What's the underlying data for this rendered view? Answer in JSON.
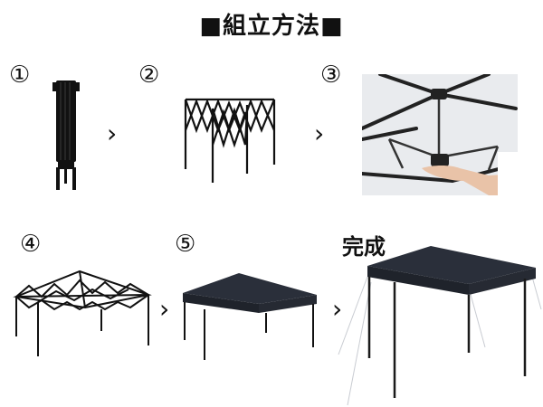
{
  "title": "■組立方法■",
  "steps": [
    {
      "number": "①"
    },
    {
      "number": "②"
    },
    {
      "number": "③"
    },
    {
      "number": "④"
    },
    {
      "number": "⑤"
    }
  ],
  "complete_label": "完成",
  "arrow_glyph": "›",
  "colors": {
    "frame": "#111111",
    "canopy": "#2a2f3a",
    "photo_bg": "#e9ebee",
    "skin": "#e9c3a8"
  }
}
